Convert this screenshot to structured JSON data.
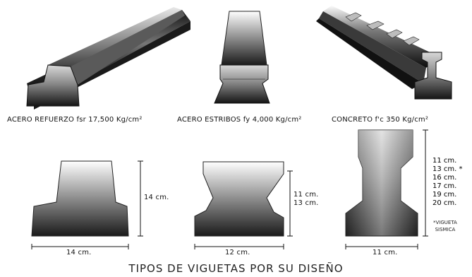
{
  "captions": {
    "steel_reinforcement": "ACERO REFUERZO fsr 17,500 Kg/cm²",
    "steel_stirrups": "ACERO ESTRIBOS fy 4,000 Kg/cm²",
    "concrete": "CONCRETO f'c 350 Kg/cm²"
  },
  "sections": {
    "first": {
      "width_label": "14 cm.",
      "height_label": "14 cm."
    },
    "second": {
      "width_label": "12 cm.",
      "height_labels": [
        "11 cm.",
        "13 cm."
      ]
    },
    "third": {
      "width_label": "11 cm.",
      "height_labels": [
        "11 cm.",
        "13 cm. *",
        "16 cm.",
        "17 cm.",
        "19 cm.",
        "20 cm."
      ],
      "note_lines": [
        "*VIGUETA",
        "SISMICA"
      ]
    }
  },
  "title": "TIPOS DE VIGUETAS POR SU DISEÑO"
}
